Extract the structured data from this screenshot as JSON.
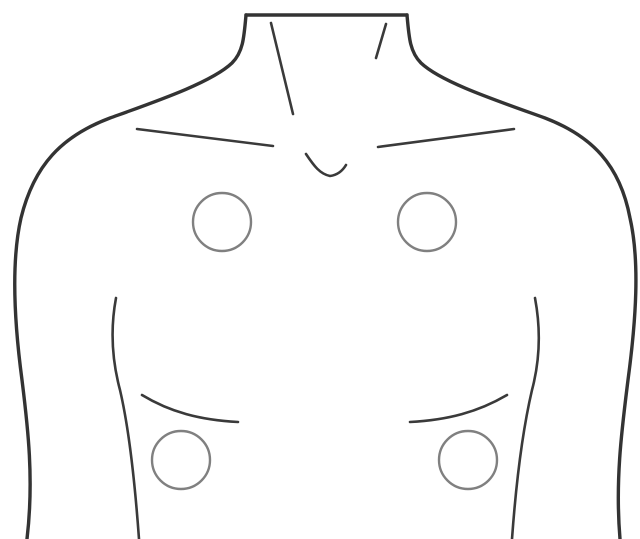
{
  "figure": {
    "subject": "front-torso-outline",
    "line_color": "#333333",
    "marker_color": "#808080",
    "background": "#ffffff",
    "markers": [
      {
        "name": "marker-upper-right-chest"
      },
      {
        "name": "marker-upper-left-chest"
      },
      {
        "name": "marker-lower-right-abdomen"
      },
      {
        "name": "marker-lower-left-abdomen"
      }
    ]
  }
}
